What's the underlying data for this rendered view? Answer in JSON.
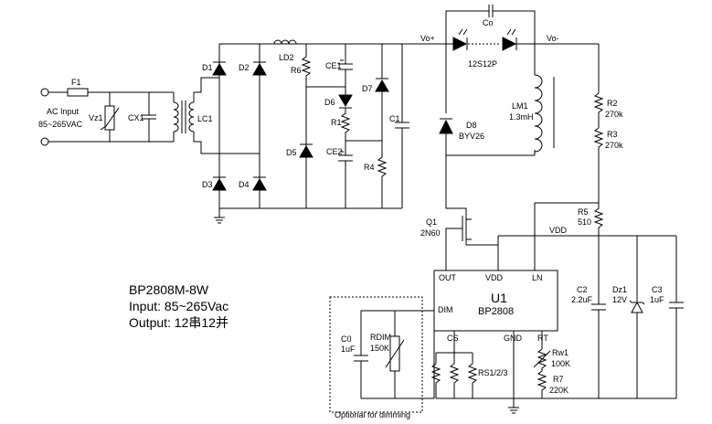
{
  "title": "BP2808M-8W",
  "input_line": "Input: 85~265Vac",
  "output_line": "Output: 12串12并",
  "labels": {
    "fuse": "F1",
    "ac_input_1": "AC Input",
    "ac_input_2": "85~265VAC",
    "varistor": "Vz1",
    "x_cap": "CX1",
    "common_mode_choke": "LC1",
    "diodes": [
      "D1",
      "D2",
      "D3",
      "D4",
      "D5",
      "D6",
      "D7"
    ],
    "inductor_ld2": "LD2",
    "r6": "R6",
    "ce1": "CE1",
    "r1": "R1",
    "ce2": "CE2",
    "r4": "R4",
    "c1": "C1",
    "vo_plus": "Vo+",
    "vo_minus": "Vo-",
    "co": "Co",
    "led_array": "12S12P",
    "d8": "D8",
    "d8_part": "BYV26",
    "lm1": "LM1",
    "lm1_value": "1.3mH",
    "r2": "R2",
    "r2_value": "270k",
    "r3": "R3",
    "r3_value": "270k",
    "r5": "R5",
    "r5_value": "510",
    "q1": "Q1",
    "q1_part": "2N60",
    "vdd_net": "VDD",
    "ic_out": "OUT",
    "ic_vdd": "VDD",
    "ic_ln": "LN",
    "ic_dim": "DIM",
    "ic_cs": "CS",
    "ic_gnd": "GND",
    "ic_rt": "RT",
    "ic_ref": "U1",
    "ic_part": "BP2808",
    "c2": "C2",
    "c2_value": "2.2uF",
    "dz1": "Dz1",
    "dz1_value": "12V",
    "c3": "C3",
    "c3_value": "1uF",
    "c0": "C0",
    "c0_value": "1uF",
    "rdim": "RDIM",
    "rdim_value": "150K",
    "rs": "RS1/2/3",
    "rw1": "Rw1",
    "rw1_value": "100K",
    "r7": "R7",
    "r7_value": "220K",
    "dimming_note": "Optional for dimming"
  }
}
